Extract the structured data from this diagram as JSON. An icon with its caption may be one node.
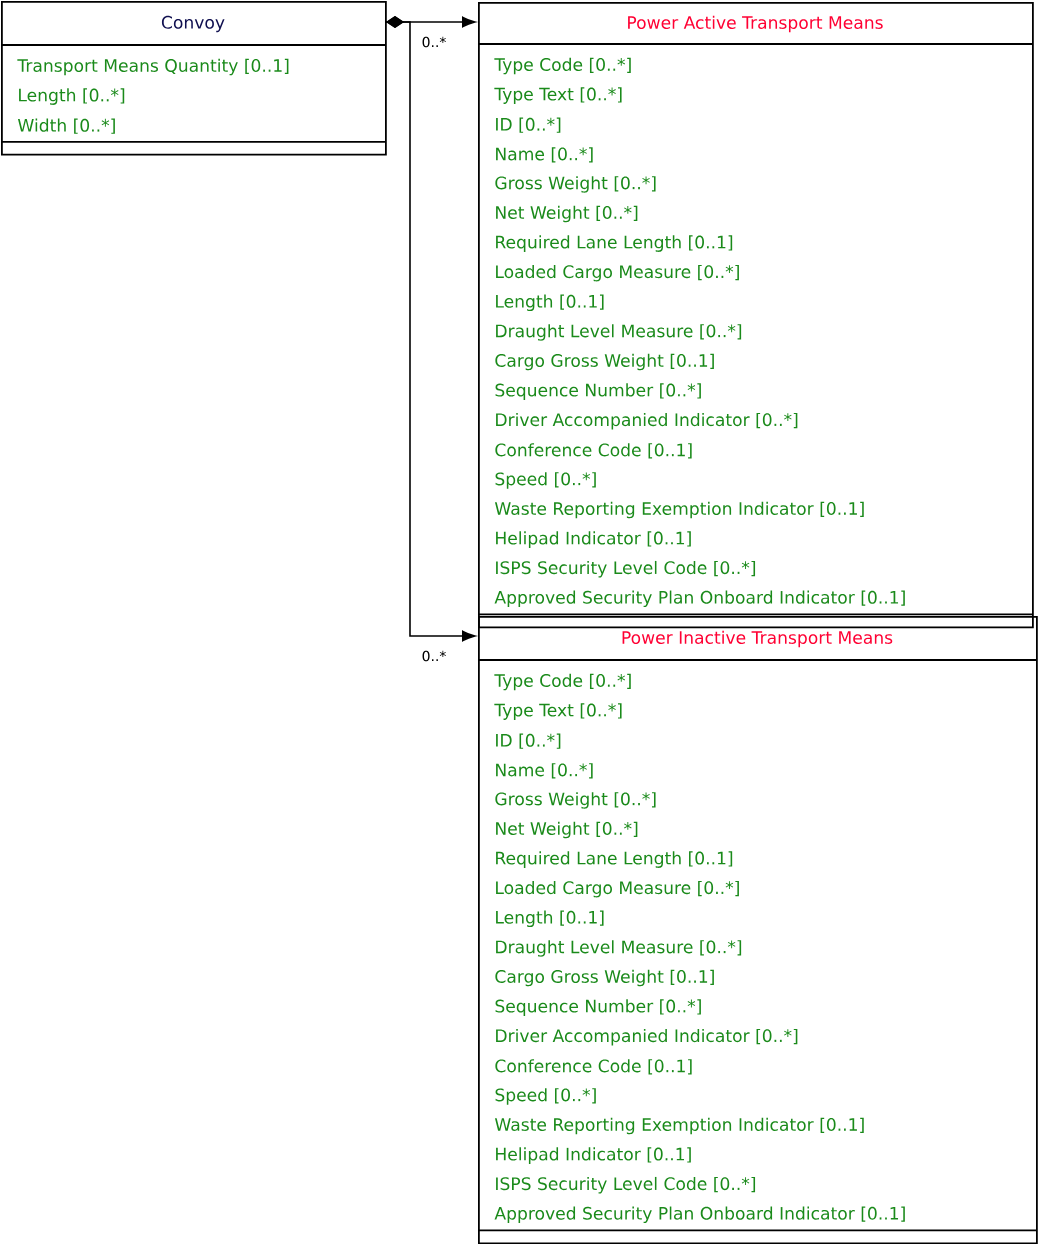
{
  "diagram": {
    "nodes": [
      {
        "text": [
          "Convoy",
          "Transport Means Quantity [0..1]",
          "Length [0..*]",
          "Width [0..*]"
        ]
      },
      {
        "text": [
          "Power Active Transport Means",
          "Type Code [0..*]",
          "Type Text [0..*]",
          "ID [0..*]",
          "Name [0..*]",
          "Gross Weight [0..*]",
          "Net Weight [0..*]",
          "Required Lane Length [0..1]",
          "Loaded Cargo Measure [0..*]",
          "Length [0..1]",
          "Draught Level Measure [0..*]",
          "Cargo Gross Weight [0..1]",
          "Sequence Number [0..*]",
          "Driver Accompanied Indicator [0..*]",
          "Conference Code [0..1]",
          "Speed [0..*]",
          "Waste Reporting Exemption Indicator [0..1]",
          "Helipad Indicator [0..1]",
          "ISPS Security Level Code [0..*]",
          "Approved Security Plan Onboard Indicator [0..1]"
        ]
      },
      {
        "text": [
          "Power Inactive Transport Means",
          "Type Code [0..*]",
          "Type Text [0..*]",
          "ID [0..*]",
          "Name [0..*]",
          "Gross Weight [0..*]",
          "Net Weight [0..*]",
          "Required Lane Length [0..1]",
          "Loaded Cargo Measure [0..*]",
          "Length [0..1]",
          "Draught Level Measure [0..*]",
          "Cargo Gross Weight [0..1]",
          "Sequence Number [0..*]",
          "Driver Accompanied Indicator [0..*]",
          "Conference Code [0..1]",
          "Speed [0..*]",
          "Waste Reporting Exemption Indicator [0..1]",
          "Helipad Indicator [0..1]",
          "ISPS Security Level Code [0..*]",
          "Approved Security Plan Onboard Indicator [0..1]"
        ]
      }
    ],
    "edges": [
      {
        "from": 0,
        "to": 1,
        "arrow": "to",
        "label": "0..*"
      },
      {
        "from": 0,
        "to": 2,
        "arrow": "to",
        "label": "0..*"
      }
    ]
  }
}
